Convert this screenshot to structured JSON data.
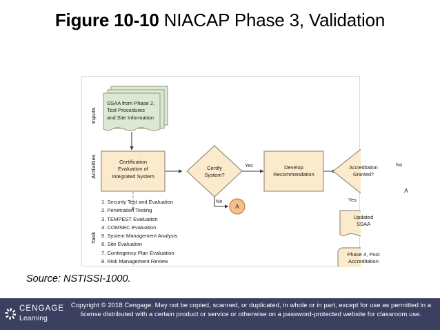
{
  "slide": {
    "title_bold": "Figure 10-10",
    "title_rest": "  NIACAP Phase 3, Validation",
    "source_note": "Source: NSTISSI-1000."
  },
  "diagram": {
    "lanes": [
      {
        "label": "Inputs"
      },
      {
        "label": "Activities"
      },
      {
        "label": "Task"
      }
    ],
    "nodes": {
      "inputs_doc": "SSAA from Phase 2,\nTest Procedures\nand Site Information",
      "certification_eval": "Certification\nEvaluation of\nIntegrated System",
      "certify_decision": "Certify\nSystem?",
      "develop_recommendation": "Develop\nRecommendation",
      "accreditation_decision": "Accreditation\nGranted?",
      "updated_ssaa": "Updated\nSSAA",
      "phase4": "Phase 4, Post\nAccreditation"
    },
    "connectors": {
      "certify_a": "A",
      "accreditation_a": "A"
    },
    "edge_labels": {
      "certify_yes": "Yes",
      "certify_no": "No",
      "accreditation_no": "No",
      "accreditation_yes": "Yes"
    },
    "tasks": [
      "1. Security Test and Evaluation",
      "2. Penetration Testing",
      "3. TEMPEST Evaluation",
      "4. COMSEC Evaluation",
      "5. System Management Analysis",
      "6. Site Evaluation",
      "7. Contingency Plan Evaluation",
      "8. Risk Management Review"
    ],
    "colors": {
      "green_fill": "#dde8d2",
      "green_stroke": "#8d9a80",
      "cream_fill": "#fbeacb",
      "cream_stroke": "#9a9183",
      "connector_fill": "#f5c18b",
      "connector_stroke": "#c07f3e",
      "line": "#4d4d4d",
      "frame_border": "#d9d9d9"
    }
  },
  "footer": {
    "logo_line1": "CENGAGE",
    "logo_line2": "Learning",
    "copyright": "Copyright © 2018 Cengage. May not be copied, scanned, or duplicated, in whole or in part, except for use as permitted in a license distributed with a certain product or service or otherwise on a password-protected website for classroom use.",
    "background": "#3b4060"
  }
}
